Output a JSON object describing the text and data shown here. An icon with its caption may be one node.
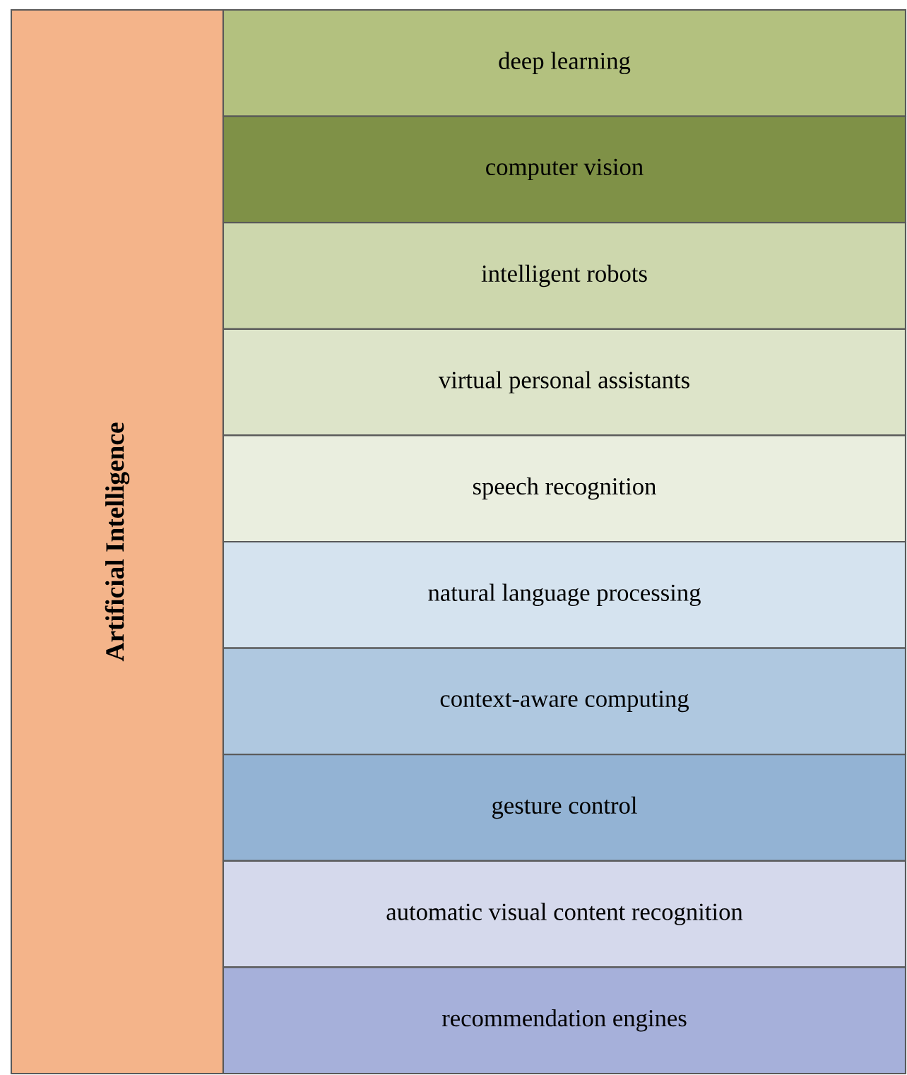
{
  "diagram": {
    "nodes": [
      {
        "text": [
          "Artificial Intelligence"
        ]
      },
      {
        "text": [
          "deep learning"
        ]
      },
      {
        "text": [
          "computer vision"
        ]
      },
      {
        "text": [
          "intelligent robots"
        ]
      },
      {
        "text": [
          "virtual personal assistants"
        ]
      },
      {
        "text": [
          "speech recognition"
        ]
      },
      {
        "text": [
          "natural language processing"
        ]
      },
      {
        "text": [
          "context-aware computing"
        ]
      },
      {
        "text": [
          "gesture control"
        ]
      },
      {
        "text": [
          "automatic visual content recognition"
        ]
      },
      {
        "text": [
          "recommendation engines"
        ]
      }
    ]
  }
}
